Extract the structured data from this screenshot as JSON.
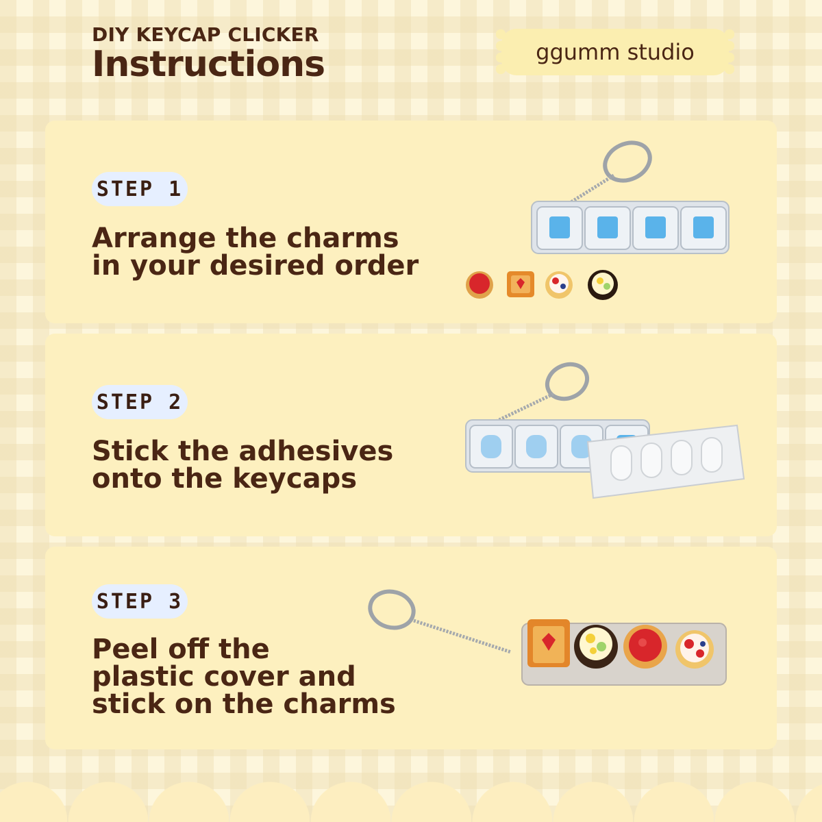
{
  "header": {
    "subtitle": "DIY KEYCAP CLICKER",
    "title": "Instructions",
    "brand": "ggumm studio"
  },
  "steps": [
    {
      "badge": "STEP 1",
      "lines": [
        "Arrange the charms",
        "in your desired order"
      ]
    },
    {
      "badge": "STEP 2",
      "lines": [
        "Stick the adhesives",
        "onto the keycaps"
      ]
    },
    {
      "badge": "STEP 3",
      "lines": [
        "Peel off the",
        "plastic cover and",
        "stick on the charms"
      ]
    }
  ],
  "colors": {
    "background": "#fdf6dc",
    "card": "#fdf0bf",
    "text": "#4a2614",
    "badge": "#e6efff",
    "switch_blue": "#5ab3ea"
  }
}
